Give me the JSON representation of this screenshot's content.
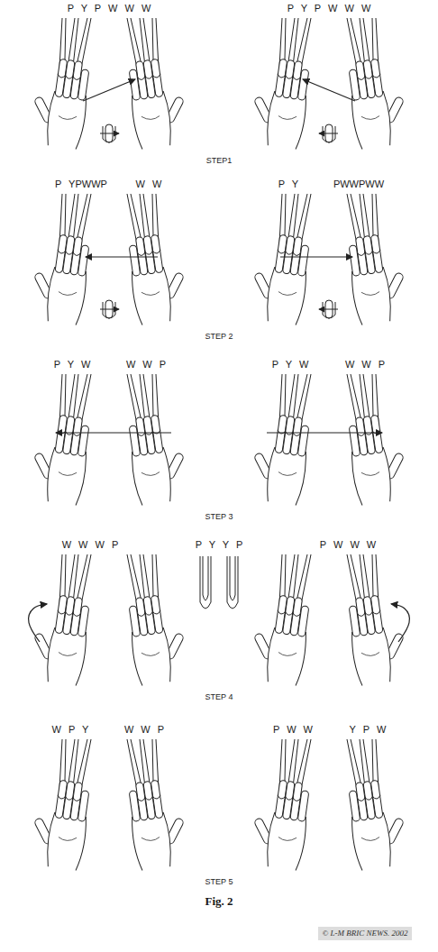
{
  "diagram": {
    "caption": "Fig. 2",
    "labels": [
      "P Y P W W W",
      "P Y P W W W",
      "STEP1",
      "P YPWWP",
      "W W",
      "P Y",
      "PWWPWW",
      "STEP 2",
      "P Y W",
      "W W P",
      "P Y W",
      "W W P",
      "STEP 3",
      "W W W P",
      "P Y Y P",
      "P W W W",
      "STEP 4",
      "W P Y",
      "W W P",
      "P W W",
      "Y P W",
      "STEP 5",
      "© L-M BRIC NEWS. 2002"
    ]
  }
}
